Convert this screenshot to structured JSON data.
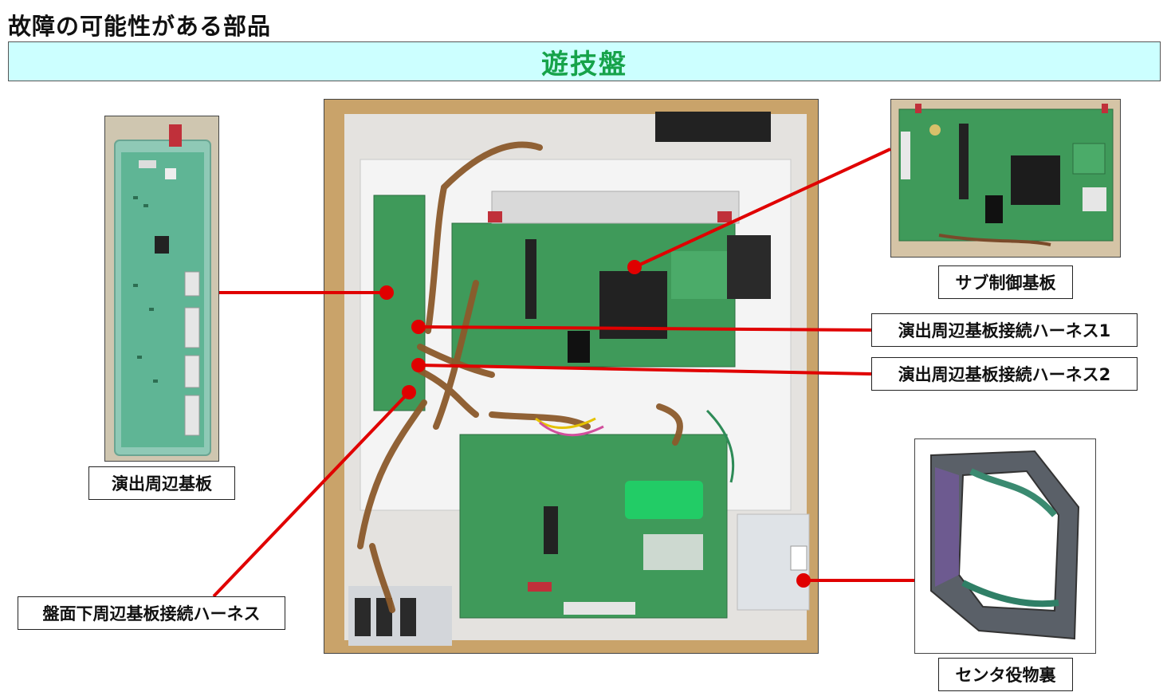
{
  "page_title": "故障の可能性がある部品",
  "section_banner": "遊技盤",
  "labels": {
    "peripheral_board": "演出周辺基板",
    "sub_control_board": "サブ制御基板",
    "harness_1": "演出周辺基板接続ハーネス1",
    "harness_2": "演出周辺基板接続ハーネス2",
    "lower_harness": "盤面下周辺基板接続ハーネス",
    "center_back": "センタ役物裏"
  },
  "colors": {
    "banner_bg": "#ccffff",
    "banner_text": "#16a34a",
    "callout_line": "#e00000",
    "pcb_green": "#3f9a5a",
    "harness_brown": "#8b5a2b",
    "backboard": "#c9a36a"
  }
}
